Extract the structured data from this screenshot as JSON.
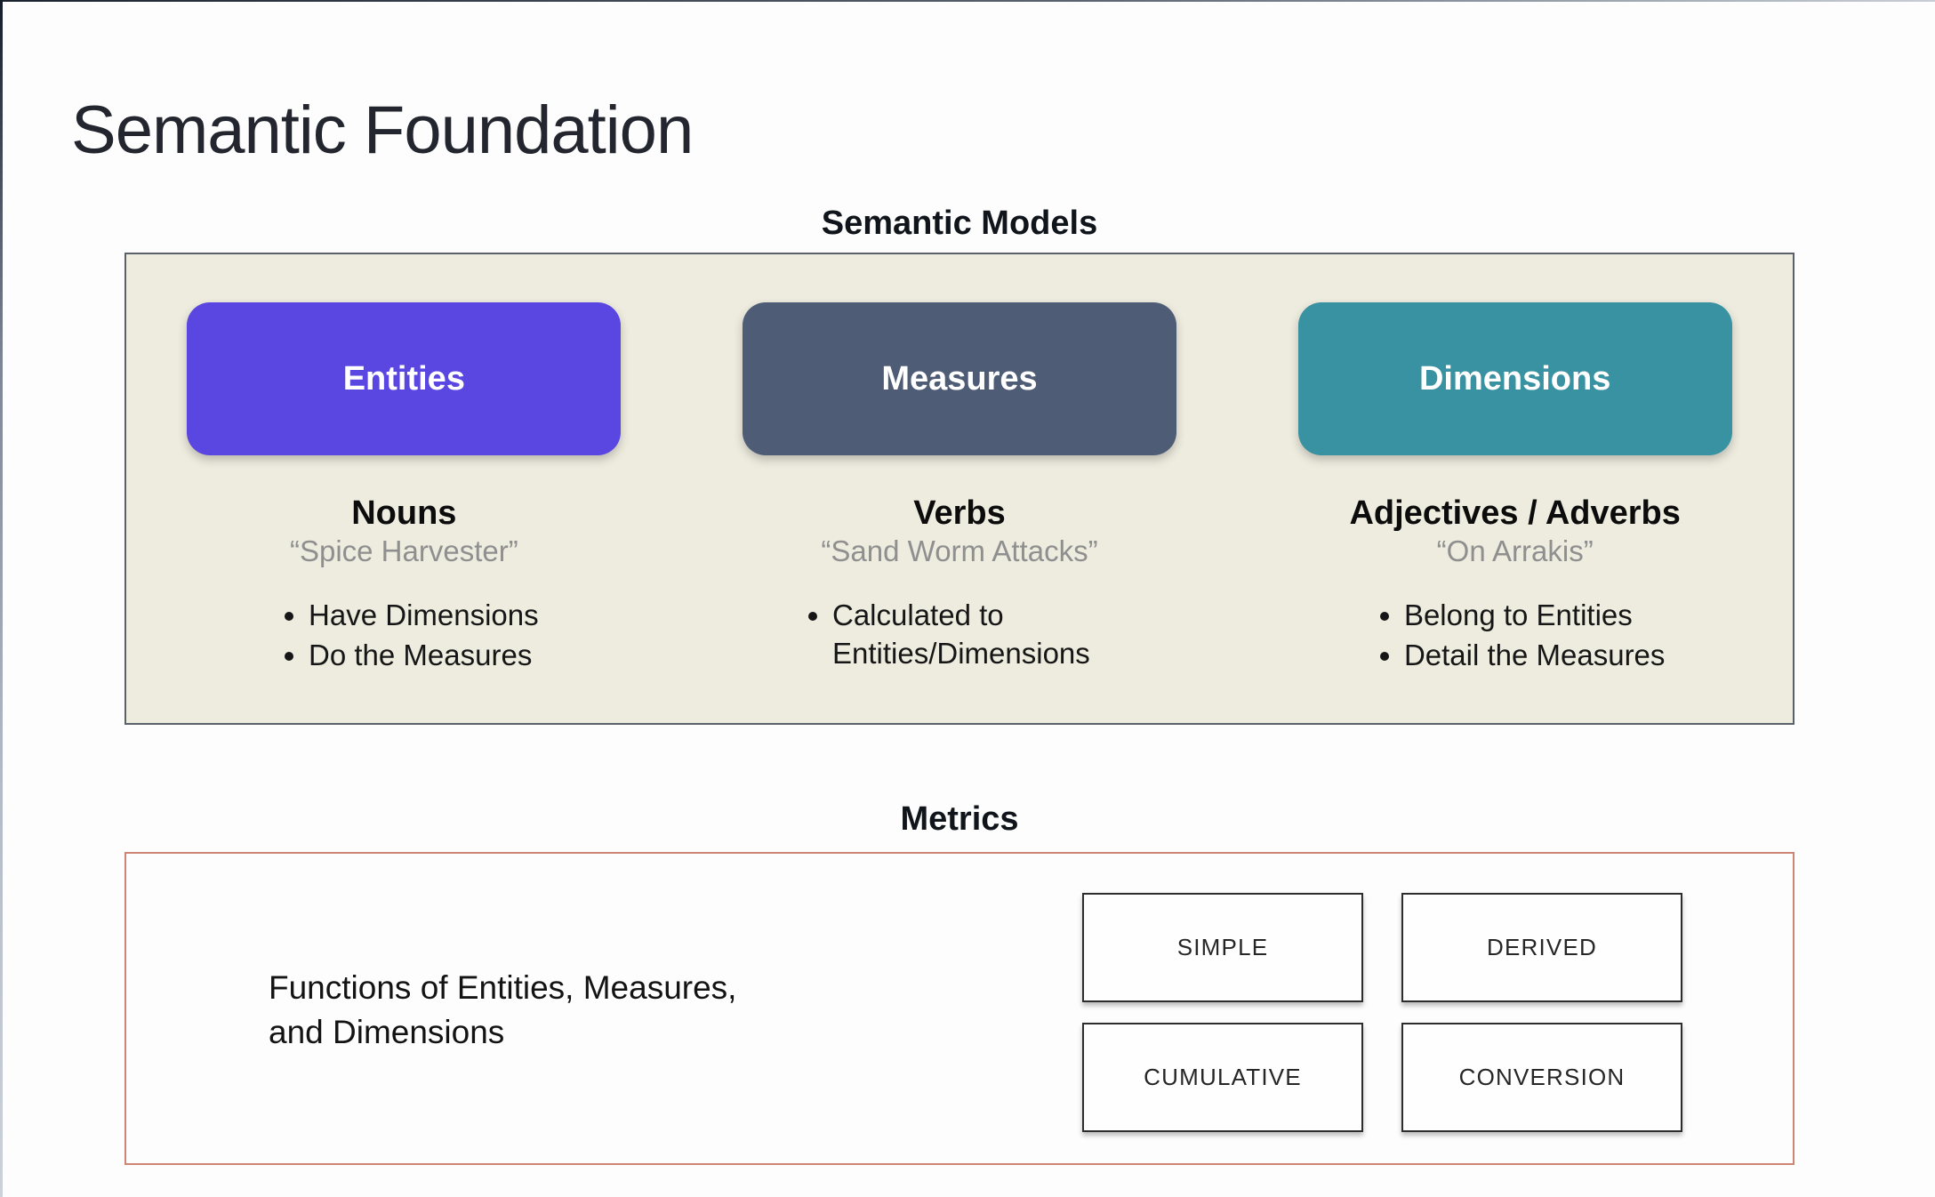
{
  "slide": {
    "title": "Semantic Foundation"
  },
  "semantic_models": {
    "heading": "Semantic Models",
    "columns": [
      {
        "button_label": "Entities",
        "button_color": "#5a46e1",
        "heading": "Nouns",
        "quote": "“Spice Harvester”",
        "bullets": [
          "Have Dimensions",
          "Do the Measures"
        ]
      },
      {
        "button_label": "Measures",
        "button_color": "#4e5d75",
        "heading": "Verbs",
        "quote": "“Sand Worm Attacks”",
        "bullets": [
          "Calculated to Entities/Dimensions"
        ]
      },
      {
        "button_label": "Dimensions",
        "button_color": "#3892a1",
        "heading": "Adjectives / Adverbs",
        "quote": "“On Arrakis”",
        "bullets": [
          "Belong to Entities",
          "Detail the Measures"
        ]
      }
    ]
  },
  "metrics": {
    "heading": "Metrics",
    "description_line1": "Functions of Entities, Measures,",
    "description_line2": "and Dimensions",
    "boxes": [
      "SIMPLE",
      "DERIVED",
      "CUMULATIVE",
      "CONVERSION"
    ]
  },
  "colors": {
    "entities_purple": "#5a46e1",
    "measures_slate": "#4e5d75",
    "dimensions_teal": "#3892a1",
    "models_panel_background": "#eeecdf",
    "models_panel_border": "#5a616b",
    "metrics_panel_border": "#cc8673"
  }
}
